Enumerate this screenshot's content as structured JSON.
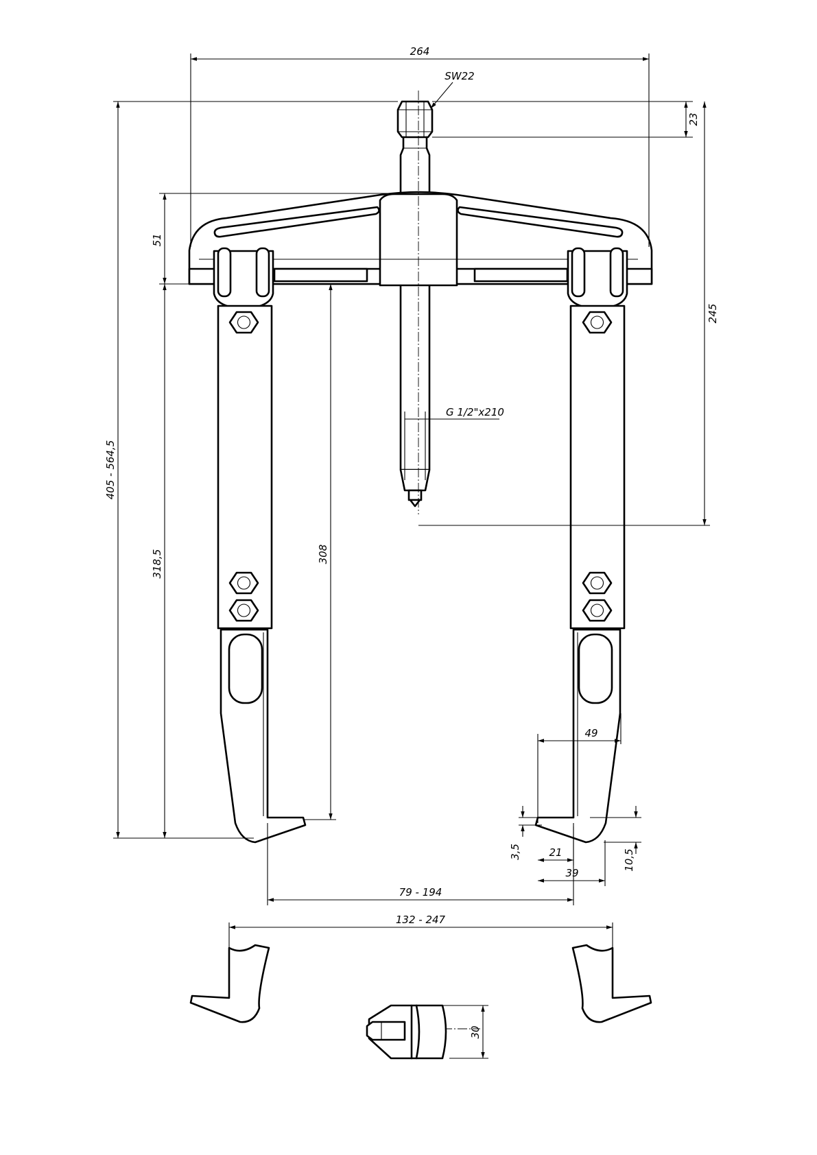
{
  "colors": {
    "line": "#000000",
    "background": "#ffffff"
  },
  "dimensions": {
    "overall_width": "264",
    "nut_size": "SW22",
    "nut_height": "23",
    "spindle_height": "245",
    "overall_height_range": "405 - 564,5",
    "crossbar_height": "51",
    "arm_reach_outer": "318,5",
    "arm_reach_inner": "308",
    "spindle_thread": "G 1/2\"x210",
    "jaw_width": "49",
    "jaw_hook_thickness": "3,5",
    "jaw_hook_depth": "21",
    "jaw_tip_width": "39",
    "jaw_tip_height": "10,5",
    "inner_span_range": "79 - 194",
    "outer_span_range": "132 - 247",
    "slider_width": "30"
  }
}
